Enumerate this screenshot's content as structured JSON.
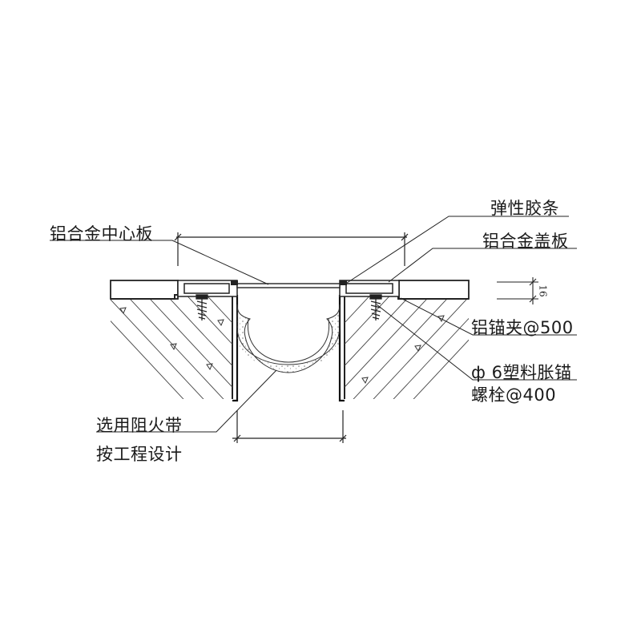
{
  "labels": {
    "center_plate": "铝合金中心板",
    "rubber_strip": "弹性胶条",
    "cover_plate": "铝合金盖板",
    "anchor_clip": "铝锚夹@500",
    "bolt_line1": "ф 6塑料胀锚",
    "bolt_line2": "螺栓@400",
    "fire_line1": "选用阻火带",
    "fire_line2": "按工程设计",
    "dim_thickness": "16"
  }
}
